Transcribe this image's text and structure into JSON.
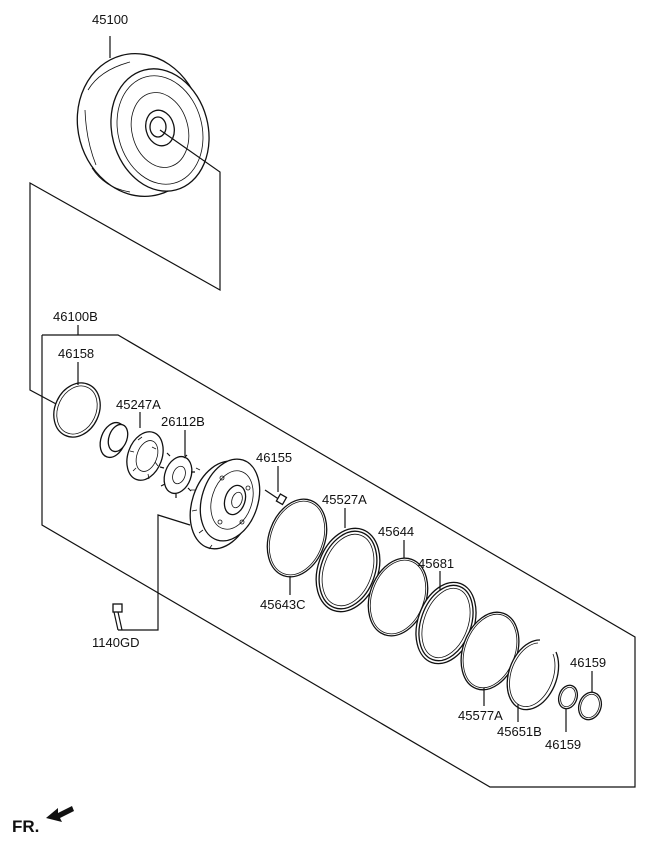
{
  "labels": {
    "p45100": "45100",
    "p46100B": "46100B",
    "p46158": "46158",
    "p45247A": "45247A",
    "p26112B": "26112B",
    "p46155": "46155",
    "p45527A": "45527A",
    "p45644": "45644",
    "p45681": "45681",
    "p45643C": "45643C",
    "p1140GD": "1140GD",
    "p45577A": "45577A",
    "p45651B": "45651B",
    "p46159a": "46159",
    "p46159b": "46159",
    "fr": "FR."
  },
  "icons": {
    "direction": "arrow-icon"
  }
}
